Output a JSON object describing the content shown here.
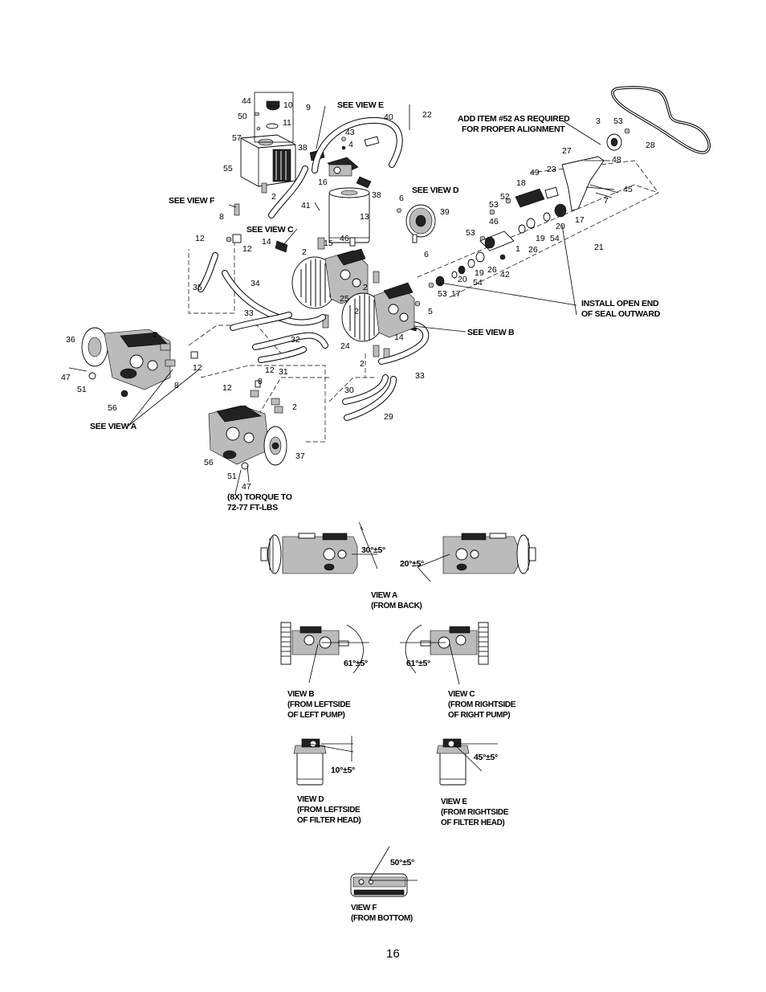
{
  "page_number": "16",
  "callouts": {
    "see_view_e": "SEE VIEW E",
    "see_view_d": "SEE VIEW D",
    "see_view_f": "SEE VIEW F",
    "see_view_c": "SEE VIEW C",
    "see_view_b": "SEE VIEW B",
    "see_view_a": "SEE VIEW A",
    "add_item_line1": "ADD ITEM #52 AS REQUIRED",
    "add_item_line2": "FOR PROPER ALIGNMENT",
    "seal_line1": "INSTALL OPEN END",
    "seal_line2": "OF SEAL OUTWARD",
    "torque_line1": "(8X) TORQUE TO",
    "torque_line2": "72-77 FT-LBS"
  },
  "part_numbers": {
    "p44": "44",
    "p10": "10",
    "p9": "9",
    "p50": "50",
    "p11": "11",
    "p57": "57",
    "p55": "55",
    "p38a": "38",
    "p2a": "2",
    "p41": "41",
    "p8a": "8",
    "p16": "16",
    "p38b": "38",
    "p13": "13",
    "p43": "43",
    "p4": "4",
    "p40": "40",
    "p22": "22",
    "p3": "3",
    "p53a": "53",
    "p28": "28",
    "p27": "27",
    "p48": "48",
    "p23": "23",
    "p49": "49",
    "p18": "18",
    "p45": "45",
    "p52": "52",
    "p7": "7",
    "p53b": "53",
    "p46a": "46",
    "p17a": "17",
    "p6a": "6",
    "p39": "39",
    "p20a": "20",
    "p54a": "54",
    "p19a": "19",
    "p53c": "53",
    "p1": "1",
    "p26a": "26",
    "p21": "21",
    "p6b": "6",
    "p12a": "12",
    "p12b": "12",
    "p14a": "14",
    "p2b": "2",
    "p15": "15",
    "p46b": "46",
    "p35": "35",
    "p34": "34",
    "p19b": "19",
    "p26b": "26",
    "p42": "42",
    "p20b": "20",
    "p54b": "54",
    "p53d": "53",
    "p17b": "17",
    "p2c": "2",
    "p25": "25",
    "p2d": "2",
    "p5": "5",
    "p33a": "33",
    "p36": "36",
    "p2e": "2",
    "p32": "32",
    "p14b": "14",
    "p24": "24",
    "p12c": "12",
    "p47a": "47",
    "p8b": "8",
    "p51a": "51",
    "p56a": "56",
    "p12d": "12",
    "p31": "31",
    "p8c": "8",
    "p12e": "12",
    "p2f": "2",
    "p2g": "2",
    "p33b": "33",
    "p30": "30",
    "p29": "29",
    "p37": "37",
    "p56b": "56",
    "p51b": "51",
    "p47b": "47"
  },
  "views": {
    "a": {
      "angle1": "30°±5°",
      "angle2": "20°±5°",
      "title": "VIEW A",
      "sub": "(FROM BACK)"
    },
    "b": {
      "angle": "61°±5°",
      "title": "VIEW B",
      "sub1": "(FROM LEFTSIDE",
      "sub2": "OF LEFT PUMP)"
    },
    "c": {
      "angle": "61°±5°",
      "title": "VIEW C",
      "sub1": "(FROM RIGHTSIDE",
      "sub2": "OF RIGHT PUMP)"
    },
    "d": {
      "angle": "10°±5°",
      "title": "VIEW D",
      "sub1": "(FROM LEFTSIDE",
      "sub2": "OF FILTER HEAD)"
    },
    "e": {
      "angle": "45°±5°",
      "title": "VIEW E",
      "sub1": "(FROM RIGHTSIDE",
      "sub2": "OF FILTER HEAD)"
    },
    "f": {
      "angle": "50°±5°",
      "title": "VIEW F",
      "sub": "(FROM BOTTOM)"
    }
  }
}
